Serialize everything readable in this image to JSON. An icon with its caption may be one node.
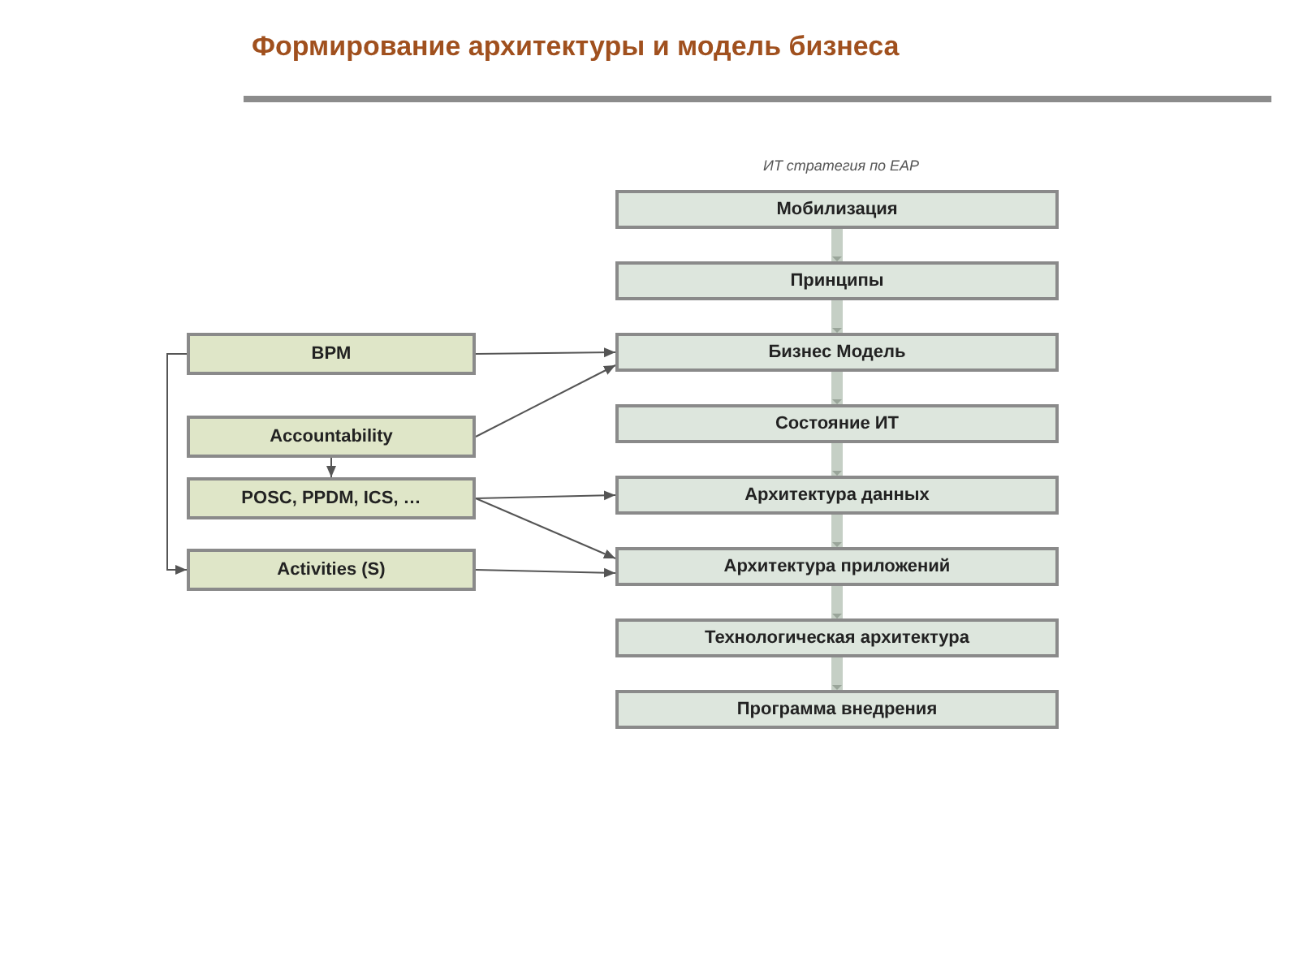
{
  "diagram": {
    "title": "Формирование архитектуры и модель бизнеса",
    "nodes": [
      {
        "text": [
          "Мобилизация"
        ]
      },
      {
        "text": [
          "Принципы"
        ]
      },
      {
        "text": [
          "Бизнес Модель"
        ]
      },
      {
        "text": [
          "Состояние ИТ"
        ]
      },
      {
        "text": [
          "Архитектура данных"
        ]
      },
      {
        "text": [
          "Архитектура приложений"
        ]
      },
      {
        "text": [
          "Технологическая архитектура"
        ]
      },
      {
        "text": [
          "Программа внедрения"
        ]
      },
      {
        "text": [
          "BPM"
        ]
      },
      {
        "text": [
          "Accountability"
        ]
      },
      {
        "text": [
          "POSC, PPDM, ICS, …"
        ]
      },
      {
        "text": [
          "Activities (S)"
        ]
      }
    ],
    "edges": [
      {
        "from": 0,
        "to": 1,
        "arrow": "to",
        "style": "thick",
        "color": "#c5cfc5"
      },
      {
        "from": 1,
        "to": 2,
        "arrow": "to",
        "style": "thick",
        "color": "#c5cfc5"
      },
      {
        "from": 2,
        "to": 3,
        "arrow": "to",
        "style": "thick",
        "color": "#c5cfc5"
      },
      {
        "from": 3,
        "to": 4,
        "arrow": "to",
        "style": "thick",
        "color": "#c5cfc5"
      },
      {
        "from": 4,
        "to": 5,
        "arrow": "to",
        "style": "thick",
        "color": "#c5cfc5"
      },
      {
        "from": 5,
        "to": 6,
        "arrow": "to",
        "style": "thick",
        "color": "#c5cfc5"
      },
      {
        "from": 6,
        "to": 7,
        "arrow": "to",
        "style": "thick",
        "color": "#c5cfc5"
      },
      {
        "from": 8,
        "to": 2,
        "arrow": "to",
        "color": "#555555"
      },
      {
        "from": 9,
        "to": 2,
        "arrow": "to",
        "color": "#555555"
      },
      {
        "from": 9,
        "to": 10,
        "arrow": "to",
        "color": "#555555"
      },
      {
        "from": 10,
        "to": 4,
        "arrow": "to",
        "color": "#555555"
      },
      {
        "from": 10,
        "to": 5,
        "arrow": "to",
        "color": "#555555"
      },
      {
        "from": 11,
        "to": 5,
        "arrow": "to",
        "color": "#555555"
      },
      {
        "from": 8,
        "to": 11,
        "arrow": "to",
        "color": "#555555"
      }
    ],
    "labels": [
      "ИТ стратегия по EAP"
    ]
  }
}
